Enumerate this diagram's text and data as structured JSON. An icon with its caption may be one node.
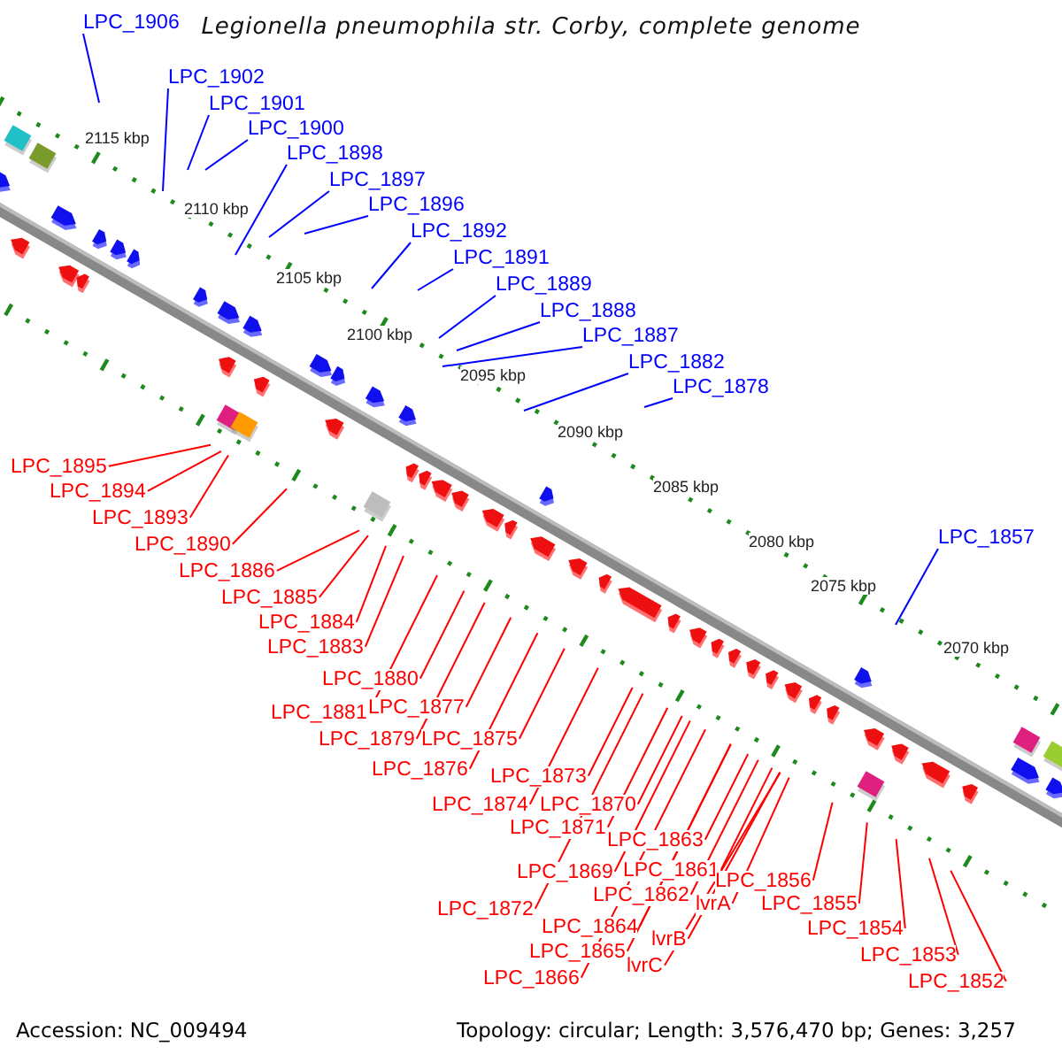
{
  "diagram": {
    "title": "Legionella pneumophila str. Corby, complete genome",
    "nodes": [
      {
        "text": [
          "LPC_1906"
        ]
      },
      {
        "text": [
          "LPC_1902"
        ]
      },
      {
        "text": [
          "LPC_1901"
        ]
      },
      {
        "text": [
          "LPC_1900"
        ]
      },
      {
        "text": [
          "LPC_1898"
        ]
      },
      {
        "text": [
          "LPC_1897"
        ]
      },
      {
        "text": [
          "LPC_1896"
        ]
      },
      {
        "text": [
          "LPC_1892"
        ]
      },
      {
        "text": [
          "LPC_1891"
        ]
      },
      {
        "text": [
          "LPC_1889"
        ]
      },
      {
        "text": [
          "LPC_1888"
        ]
      },
      {
        "text": [
          "LPC_1887"
        ]
      },
      {
        "text": [
          "LPC_1882"
        ]
      },
      {
        "text": [
          "LPC_1878"
        ]
      },
      {
        "text": [
          "LPC_1857"
        ]
      },
      {
        "text": [
          "LPC_1895"
        ]
      },
      {
        "text": [
          "LPC_1894"
        ]
      },
      {
        "text": [
          "LPC_1893"
        ]
      },
      {
        "text": [
          "LPC_1890"
        ]
      },
      {
        "text": [
          "LPC_1886"
        ]
      },
      {
        "text": [
          "LPC_1885"
        ]
      },
      {
        "text": [
          "LPC_1884"
        ]
      },
      {
        "text": [
          "LPC_1883"
        ]
      },
      {
        "text": [
          "LPC_1880"
        ]
      },
      {
        "text": [
          "LPC_1881"
        ]
      },
      {
        "text": [
          "LPC_1877"
        ]
      },
      {
        "text": [
          "LPC_1879"
        ]
      },
      {
        "text": [
          "LPC_1875"
        ]
      },
      {
        "text": [
          "LPC_1876"
        ]
      },
      {
        "text": [
          "LPC_1873"
        ]
      },
      {
        "text": [
          "LPC_1874"
        ]
      },
      {
        "text": [
          "LPC_1870"
        ]
      },
      {
        "text": [
          "LPC_1871"
        ]
      },
      {
        "text": [
          "LPC_1863"
        ]
      },
      {
        "text": [
          "LPC_1869"
        ]
      },
      {
        "text": [
          "LPC_1861"
        ]
      },
      {
        "text": [
          "LPC_1856"
        ]
      },
      {
        "text": [
          "LPC_1862"
        ]
      },
      {
        "text": [
          "lvrA"
        ]
      },
      {
        "text": [
          "LPC_1872"
        ]
      },
      {
        "text": [
          "LPC_1855"
        ]
      },
      {
        "text": [
          "LPC_1864"
        ]
      },
      {
        "text": [
          "lvrB"
        ]
      },
      {
        "text": [
          "LPC_1854"
        ]
      },
      {
        "text": [
          "LPC_1865"
        ]
      },
      {
        "text": [
          "lvrC"
        ]
      },
      {
        "text": [
          "LPC_1853"
        ]
      },
      {
        "text": [
          "LPC_1866"
        ]
      },
      {
        "text": [
          "LPC_1852"
        ]
      }
    ],
    "edges": [
      {
        "from": 0,
        "to": null,
        "arrow": "none",
        "color": "#0000ff"
      },
      {
        "from": 1,
        "to": null,
        "arrow": "none",
        "color": "#0000ff"
      },
      {
        "from": 2,
        "to": null,
        "arrow": "none",
        "color": "#0000ff"
      },
      {
        "from": 3,
        "to": null,
        "arrow": "none",
        "color": "#0000ff"
      },
      {
        "from": 4,
        "to": null,
        "arrow": "none",
        "color": "#0000ff"
      },
      {
        "from": 5,
        "to": null,
        "arrow": "none",
        "color": "#0000ff"
      },
      {
        "from": 6,
        "to": null,
        "arrow": "none",
        "color": "#0000ff"
      },
      {
        "from": 7,
        "to": null,
        "arrow": "none",
        "color": "#0000ff"
      },
      {
        "from": 8,
        "to": null,
        "arrow": "none",
        "color": "#0000ff"
      },
      {
        "from": 9,
        "to": null,
        "arrow": "none",
        "color": "#0000ff"
      },
      {
        "from": 10,
        "to": null,
        "arrow": "none",
        "color": "#0000ff"
      },
      {
        "from": 11,
        "to": null,
        "arrow": "none",
        "color": "#0000ff"
      },
      {
        "from": 12,
        "to": null,
        "arrow": "none",
        "color": "#0000ff"
      },
      {
        "from": 13,
        "to": null,
        "arrow": "none",
        "color": "#0000ff"
      },
      {
        "from": 14,
        "to": null,
        "arrow": "none",
        "color": "#0000ff"
      },
      {
        "from": 15,
        "to": null,
        "arrow": "none"
      },
      {
        "from": 16,
        "to": null,
        "arrow": "none"
      },
      {
        "from": 17,
        "to": null,
        "arrow": "none"
      },
      {
        "from": 18,
        "to": null,
        "arrow": "none"
      },
      {
        "from": 19,
        "to": null,
        "arrow": "none"
      },
      {
        "from": 20,
        "to": null,
        "arrow": "none"
      },
      {
        "from": 21,
        "to": null,
        "arrow": "none"
      },
      {
        "from": 22,
        "to": null,
        "arrow": "none"
      },
      {
        "from": 23,
        "to": null,
        "arrow": "none"
      },
      {
        "from": 24,
        "to": null,
        "arrow": "none"
      },
      {
        "from": 25,
        "to": null,
        "arrow": "none"
      },
      {
        "from": 26,
        "to": null,
        "arrow": "none"
      },
      {
        "from": 27,
        "to": null,
        "arrow": "none"
      },
      {
        "from": 28,
        "to": null,
        "arrow": "none"
      },
      {
        "from": 29,
        "to": null,
        "arrow": "none"
      },
      {
        "from": 30,
        "to": null,
        "arrow": "none"
      },
      {
        "from": 31,
        "to": null,
        "arrow": "none"
      },
      {
        "from": 32,
        "to": null,
        "arrow": "none"
      },
      {
        "from": 33,
        "to": null,
        "arrow": "none"
      },
      {
        "from": 34,
        "to": null,
        "arrow": "none"
      },
      {
        "from": 35,
        "to": null,
        "arrow": "none"
      },
      {
        "from": 36,
        "to": null,
        "arrow": "none"
      },
      {
        "from": 37,
        "to": null,
        "arrow": "none"
      },
      {
        "from": 38,
        "to": null,
        "arrow": "none"
      },
      {
        "from": 39,
        "to": null,
        "arrow": "none"
      },
      {
        "from": 40,
        "to": null,
        "arrow": "none"
      },
      {
        "from": 41,
        "to": null,
        "arrow": "none"
      },
      {
        "from": 42,
        "to": null,
        "arrow": "none"
      },
      {
        "from": 43,
        "to": null,
        "arrow": "none"
      },
      {
        "from": 44,
        "to": null,
        "arrow": "none"
      },
      {
        "from": 45,
        "to": null,
        "arrow": "none"
      },
      {
        "from": 46,
        "to": null,
        "arrow": "none"
      },
      {
        "from": 47,
        "to": null,
        "arrow": "none"
      },
      {
        "from": 48,
        "to": null,
        "arrow": "none"
      }
    ],
    "labels": [
      "2115 kbp",
      "2110 kbp",
      "2105 kbp",
      "2100 kbp",
      "2095 kbp",
      "2090 kbp",
      "2085 kbp",
      "2080 kbp",
      "2075 kbp",
      "2070 kbp",
      "Accession: NC_009494",
      "Topology: circular; Length: 3,576,470 bp; Genes: 3,257"
    ]
  }
}
